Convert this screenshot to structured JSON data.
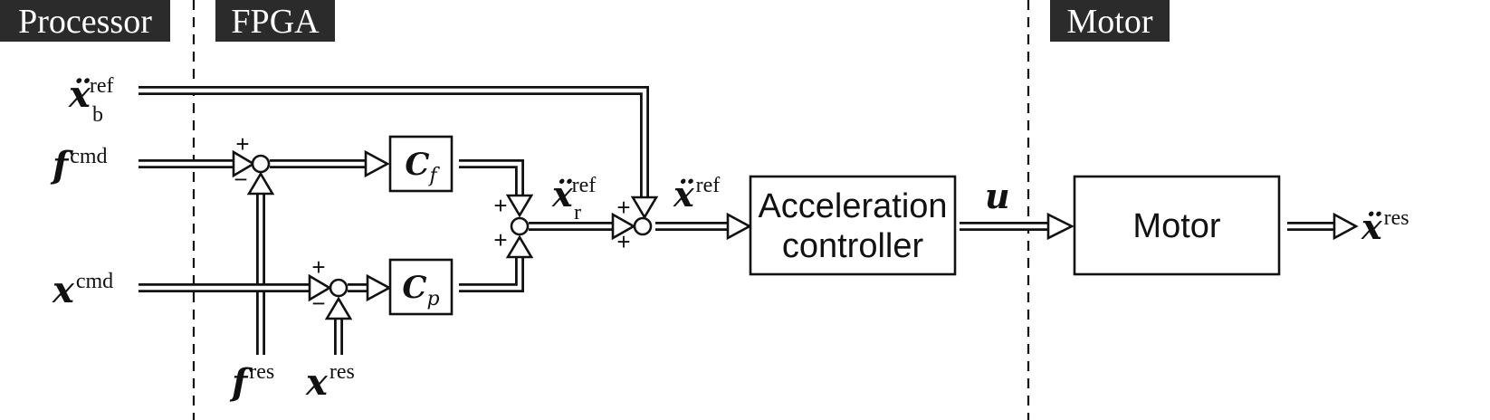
{
  "sections": {
    "processor": "Processor",
    "fpga": "FPGA",
    "motor": "Motor"
  },
  "blocks": {
    "cf": {
      "sym": "C",
      "sub": "f"
    },
    "cp": {
      "sym": "C",
      "sub": "p"
    },
    "acc_line1": "Acceleration",
    "acc_line2": "controller",
    "motor": "Motor"
  },
  "signals": {
    "xb_ref": {
      "sym": "ẍ",
      "sup": "ref",
      "sub": "b"
    },
    "f_cmd": {
      "sym": "f",
      "sup": "cmd"
    },
    "x_cmd": {
      "sym": "x",
      "sup": "cmd"
    },
    "f_res": {
      "sym": "f",
      "sup": "res"
    },
    "x_res": {
      "sym": "x",
      "sup": "res"
    },
    "xr_ref": {
      "sym": "ẍ",
      "sup": "ref",
      "sub": "r"
    },
    "x_ref": {
      "sym": "ẍ",
      "sup": "ref"
    },
    "u": {
      "sym": "u"
    },
    "xdd_res": {
      "sym": "ẍ",
      "sup": "res"
    }
  },
  "signs": {
    "plus": "+",
    "minus": "−"
  },
  "colors": {
    "line": "#111111",
    "header_bg": "#2b2b2b",
    "background": "#ffffff"
  }
}
